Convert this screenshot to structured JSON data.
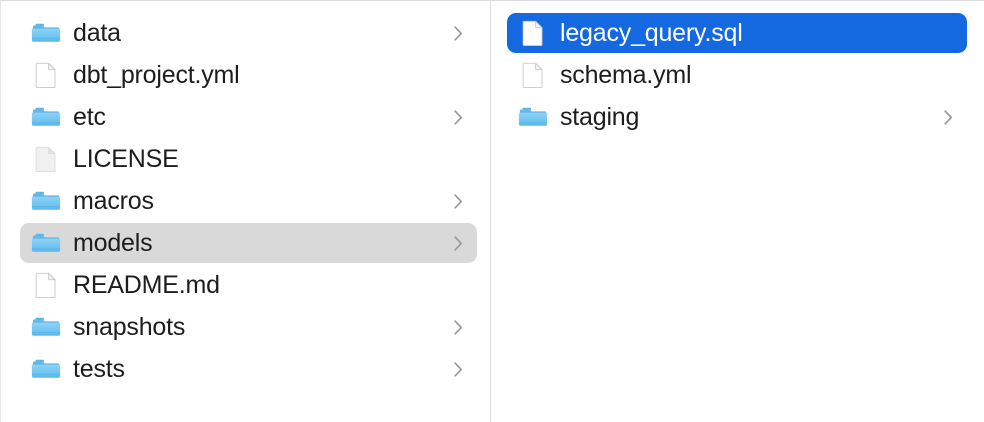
{
  "window": {
    "title": "Finder — Column View",
    "view_mode": "column",
    "accent_color": "#1569e0",
    "inactive_selection_color": "#d9d9d9",
    "text_color": "#1d1d1f",
    "selected_text_color": "#ffffff",
    "background_color": "#ffffff",
    "divider_color": "#dedede"
  },
  "columns": [
    {
      "name": "project-root-column",
      "items": [
        {
          "label": "data",
          "kind": "folder",
          "icon": "folder-icon",
          "has_chevron": true,
          "state": "normal"
        },
        {
          "label": "dbt_project.yml",
          "kind": "file",
          "icon": "document-icon",
          "has_chevron": false,
          "state": "normal"
        },
        {
          "label": "etc",
          "kind": "folder",
          "icon": "folder-icon",
          "has_chevron": true,
          "state": "normal"
        },
        {
          "label": "LICENSE",
          "kind": "file",
          "icon": "plain-document-icon",
          "has_chevron": false,
          "state": "normal"
        },
        {
          "label": "macros",
          "kind": "folder",
          "icon": "folder-icon",
          "has_chevron": true,
          "state": "normal"
        },
        {
          "label": "models",
          "kind": "folder",
          "icon": "folder-icon",
          "has_chevron": true,
          "state": "selected-inactive"
        },
        {
          "label": "README.md",
          "kind": "file",
          "icon": "document-icon",
          "has_chevron": false,
          "state": "normal"
        },
        {
          "label": "snapshots",
          "kind": "folder",
          "icon": "folder-icon",
          "has_chevron": true,
          "state": "normal"
        },
        {
          "label": "tests",
          "kind": "folder",
          "icon": "folder-icon",
          "has_chevron": true,
          "state": "normal"
        }
      ]
    },
    {
      "name": "models-column",
      "items": [
        {
          "label": "legacy_query.sql",
          "kind": "file",
          "icon": "document-icon",
          "has_chevron": false,
          "state": "selected-active"
        },
        {
          "label": "schema.yml",
          "kind": "file",
          "icon": "document-icon",
          "has_chevron": false,
          "state": "normal"
        },
        {
          "label": "staging",
          "kind": "folder",
          "icon": "folder-icon",
          "has_chevron": true,
          "state": "normal"
        }
      ]
    }
  ]
}
